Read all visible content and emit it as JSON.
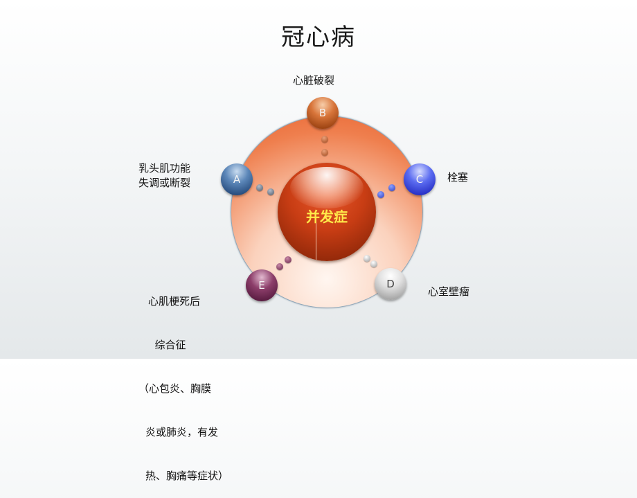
{
  "title": "冠心病",
  "center": {
    "label": "并发症"
  },
  "nodes": {
    "a": {
      "letter": "A",
      "label_lines": [
        "乳头肌功能",
        "失调或断裂"
      ]
    },
    "b": {
      "letter": "B",
      "label_lines": [
        "心脏破裂"
      ]
    },
    "c": {
      "letter": "C",
      "label_lines": [
        "栓塞"
      ]
    },
    "d": {
      "letter": "D",
      "label_lines": [
        "心室壁瘤"
      ]
    },
    "e": {
      "letter": "E",
      "label_lines": [
        "心肌梗死后",
        "  综合征",
        "（心包炎、胸膜",
        "炎或肺炎，有发",
        "热、胸痛等症状）"
      ]
    }
  },
  "colors": {
    "ring_outer": "#e8622e",
    "center_fill": "#c83d14",
    "center_text": "#ffe94a",
    "node_a": "#2a4f80",
    "node_b": "#a04614",
    "node_c": "#2a33c8",
    "node_d": "#a8a8a8",
    "node_e": "#5c1e43"
  }
}
